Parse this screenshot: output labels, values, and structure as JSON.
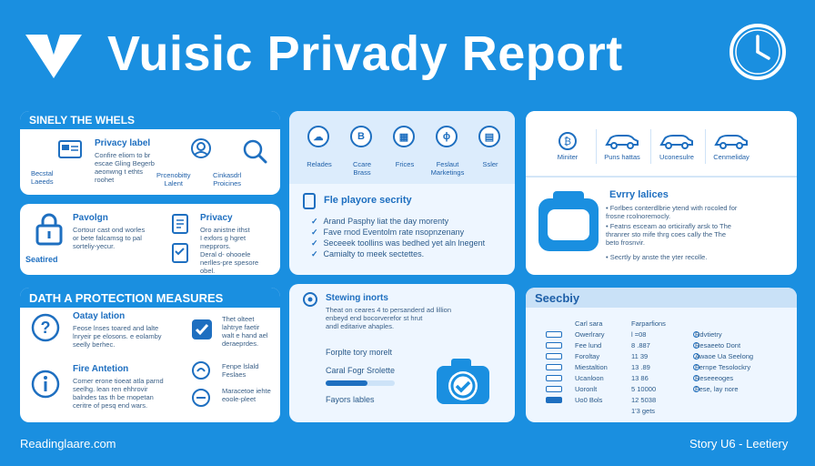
{
  "header": {
    "title": "Vuisic Privady Report"
  },
  "card1": {
    "heading": "SINELY THE WHELS",
    "items": [
      {
        "label": "Privacy label",
        "text": "Confire eliom to br\nescae Gling Begerb\naeonwng t ethts\nroohet",
        "icon": "id-card-icon",
        "caption": "Becstal\nLaeeds"
      },
      {
        "text": "",
        "icon": "person-icon",
        "caption": "Prcenobitty\nLalent"
      },
      {
        "text": "",
        "icon": "search-icon",
        "caption": "Cinkasdrl\nProicines"
      }
    ]
  },
  "card2": {
    "left": {
      "label": "Pavolgn",
      "text": "Cortour cast ond worles\nor bete falcamsg to pal\nsorteliy-yecur."
    },
    "right": {
      "label": "Privacy",
      "text": "Oro anistne ithst\nI exfors g hgret\nmepprors.\nDeral d- ohooele\nnerlles-pre spesore\nobel."
    },
    "caption": "Seatired"
  },
  "card3": {
    "icons": [
      {
        "name": "cloud-icon",
        "caption": "Relades"
      },
      {
        "name": "shield-icon",
        "caption": "Ccare\nBrass"
      },
      {
        "name": "grid-icon",
        "caption": "Frices"
      },
      {
        "name": "stethoscope-icon",
        "caption": "Feslaut\nMarketings"
      },
      {
        "name": "document-icon",
        "caption": "Ssler"
      }
    ],
    "heading": "Fle playore secrity",
    "lines": [
      "Arand Pasphy liat the day morenty",
      "Fave rnod Eventolm rate nsopnzenany",
      "Seceeek toollins was bedhed yet aln lnegent",
      "Camialty to meek sectettes."
    ]
  },
  "card4": {
    "icons": [
      {
        "name": "coin-icon",
        "caption": "Miniter"
      },
      {
        "name": "car-icon",
        "caption": "Puns hattas"
      },
      {
        "name": "car-icon",
        "caption": "Uconesulre"
      },
      {
        "name": "car-icon",
        "caption": "Cenmeliday"
      }
    ],
    "heading": "Evrry lalices",
    "bullets": [
      "Forlbes conterdlbrie ytend with rocoled for\nfrosne rcolnoremocly.",
      "Featns esceam ao orticirafly arsk to The\nthranrer sto mife thrg coes cally the The\nbeto frosnvir.",
      "Secrtly by anste the yter recolle."
    ]
  },
  "card5": {
    "heading": "DATH A PROTECTION MEASURES",
    "items": [
      {
        "label": "Oatay lation",
        "text": "Feose lnses toared and lalte\nlnryeir pe elosons. e eolamby\nseelly berhec."
      },
      {
        "label": "",
        "text": "Thet olteet\nlahtrye faetir\nwalt e hand ael\nderaeprdes."
      },
      {
        "label": "Fire Antetion",
        "text": "Comer erone tioeat atla parnd\nseelhg. lean ren ehhrovir\nbalndes tas th be rnopetan\nceritre of pesq end wars."
      },
      {
        "label": "",
        "text": "Fenpe lslald\nFeslaes\n\nMaracetoe iehte\neoole-pleet"
      }
    ]
  },
  "card6": {
    "heading": "Stewing inorts",
    "text": "Theat on ceares 4 to persanderd ad lillion\nenbeyd end bocorverefor st hrut\nandl editarive ahaples.",
    "link1": "Forplte tory morelt",
    "link2": "Caral Fogr Srolette",
    "progress": 0.6,
    "link3": "Fayors lables"
  },
  "card7": {
    "heading": "Seecbiy",
    "col1": [
      "Carl sara",
      "Owerlrary",
      "Fee lund",
      "Foroltay",
      "Miestaltion",
      "Ucanloon",
      "Uoronlt",
      "Uo0 Bols"
    ],
    "col2": [
      "Farparfions",
      "l =08",
      "8 .887",
      "11 39",
      "13 .89",
      "13 86",
      "5 10000",
      "12 5038",
      "1'3 gets"
    ],
    "col3": [
      "Rdvtietry",
      "Resaeeto Dont",
      "Awaoe Ua Seelong",
      "Fernpe Tesolockry",
      "Reseeeoges",
      "Fese, lay nore"
    ]
  },
  "footer": {
    "left": "Readinglaare.com",
    "right": "Story U6 - Leetiery"
  },
  "colors": {
    "bg": "#1a8fe0",
    "accent": "#1e6fc0"
  }
}
